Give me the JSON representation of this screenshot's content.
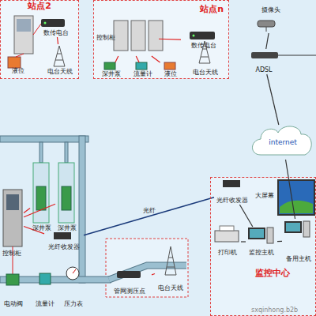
{
  "diagram": {
    "nodes": [
      {
        "text": [
          "站点2"
        ]
      },
      {
        "text": [
          "数传电台"
        ],
        "in": 0
      },
      {
        "text": [
          "液位"
        ],
        "in": 0
      },
      {
        "text": [
          "电台天线"
        ],
        "in": 0
      },
      {
        "text": [
          "站点n"
        ]
      },
      {
        "text": [
          "控制柜"
        ],
        "in": 4
      },
      {
        "text": [
          "数传电台"
        ],
        "in": 4
      },
      {
        "text": [
          "深井泵"
        ],
        "in": 4
      },
      {
        "text": [
          "流量计"
        ],
        "in": 4
      },
      {
        "text": [
          "液位"
        ],
        "in": 4
      },
      {
        "text": [
          "电台天线"
        ],
        "in": 4
      },
      {
        "text": [
          "摄像头"
        ]
      },
      {
        "text": [
          "ADSL"
        ]
      },
      {
        "text": [
          "internet"
        ]
      },
      {
        "text": [
          "控制柜"
        ]
      },
      {
        "text": [
          "深井泵"
        ]
      },
      {
        "text": [
          "深井泵"
        ]
      },
      {
        "text": [
          "光纤收发器"
        ]
      },
      {
        "text": [
          "电动阀"
        ]
      },
      {
        "text": [
          "流量计"
        ]
      },
      {
        "text": [
          "压力表"
        ]
      },
      {
        "text": [
          "管网测压点"
        ]
      },
      {
        "text": [
          "电台天线"
        ]
      },
      {
        "text": [
          "监控中心"
        ]
      },
      {
        "text": [
          "光纤收发器"
        ],
        "in": 23
      },
      {
        "text": [
          "大屏幕"
        ],
        "in": 23
      },
      {
        "text": [
          "打印机"
        ],
        "in": 23
      },
      {
        "text": [
          "监控主机"
        ],
        "in": 23
      },
      {
        "text": [
          "备用主机"
        ],
        "in": 23
      }
    ],
    "edges": [
      {
        "from": 17,
        "to": 24,
        "label": "光纤",
        "arrow": "none"
      },
      {
        "from": 11,
        "to": 12,
        "arrow": "none"
      },
      {
        "from": 12,
        "to": 13,
        "arrow": "none"
      },
      {
        "from": 13,
        "to": 28,
        "arrow": "none"
      },
      {
        "from": 24,
        "to": 27,
        "arrow": "none"
      },
      {
        "from": 26,
        "to": 27,
        "arrow": "none"
      },
      {
        "from": 27,
        "to": 28,
        "arrow": "none"
      },
      {
        "from": 5,
        "to": 6,
        "arrow": "none"
      },
      {
        "from": 7,
        "to": 5,
        "arrow": "none"
      },
      {
        "from": 8,
        "to": 5,
        "arrow": "none"
      },
      {
        "from": 9,
        "to": 5,
        "arrow": "none"
      },
      {
        "from": 15,
        "to": 14,
        "arrow": "none"
      },
      {
        "from": 16,
        "to": 14,
        "arrow": "none"
      },
      {
        "from": 14,
        "to": 17,
        "arrow": "none"
      },
      {
        "from": 21,
        "to": 22,
        "arrow": "none"
      },
      {
        "from": 1,
        "to": 3,
        "arrow": "none"
      }
    ],
    "labels": [
      "sxqinhong.b2b"
    ]
  }
}
